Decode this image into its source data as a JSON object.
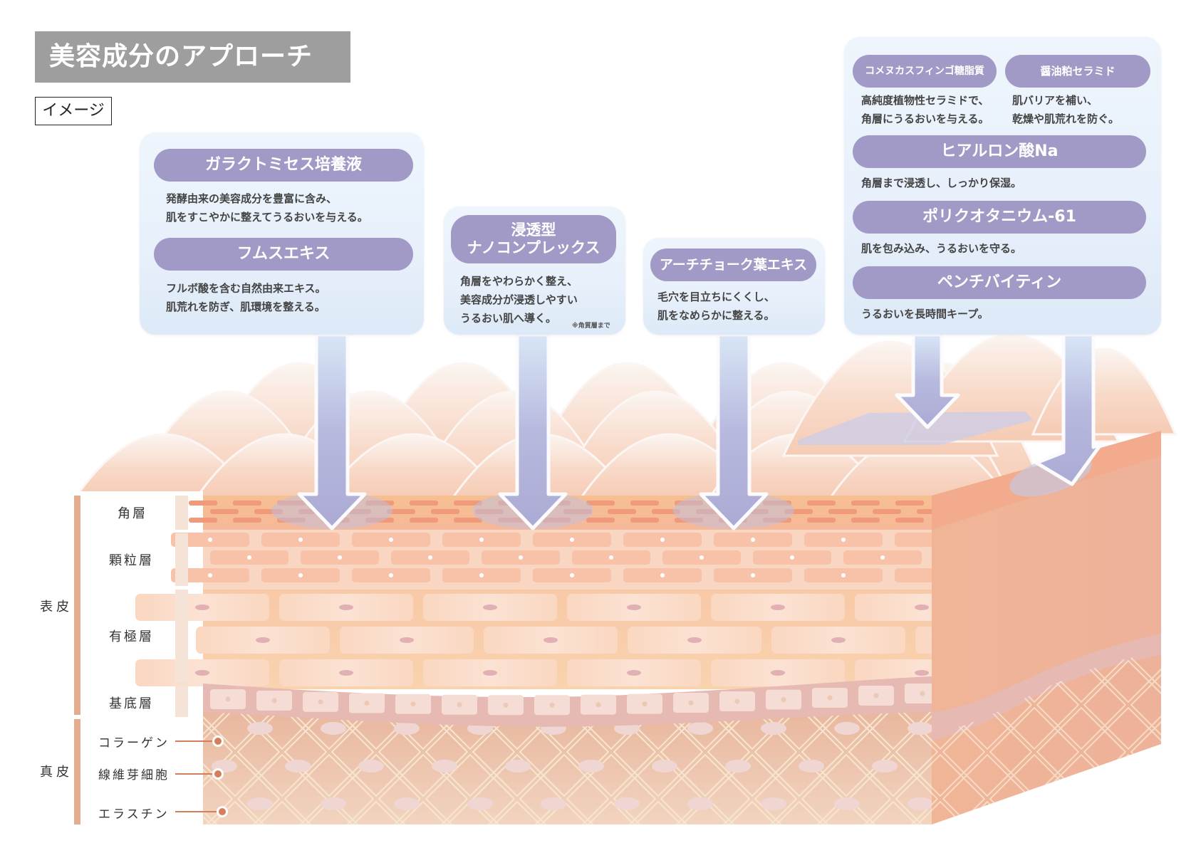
{
  "header": {
    "title": "美容成分のアプローチ",
    "tag": "イメージ"
  },
  "colors": {
    "title_bg": "#9e9e9e",
    "pill": "#a19ac6",
    "panel": "#e7f0fb",
    "arrow": "#aeafd8",
    "bracket": "#e3ac8e",
    "callout": "#d57e5c"
  },
  "panels": [
    {
      "id": "galactomyces",
      "ingredients": [
        {
          "name": "ガラクトミセス培養液",
          "desc": "発酵由来の美容成分を豊富に含み、\n肌をすこやかに整えてうるおいを与える。"
        },
        {
          "name": "フムスエキス",
          "desc": "フルボ酸を含む自然由来エキス。\n肌荒れを防ぎ、肌環境を整える。"
        }
      ]
    },
    {
      "id": "nano",
      "ingredients": [
        {
          "name": "浸透型\nナノコンプレックス",
          "desc": "角層をやわらかく整え、\n美容成分が浸透しやすい\nうるおい肌へ導く。",
          "note": "※角質層まで"
        }
      ]
    },
    {
      "id": "artichoke",
      "ingredients": [
        {
          "name": "アーチチョーク葉エキス",
          "desc": "毛穴を目立ちにくくし、\n肌をなめらかに整える。"
        }
      ]
    },
    {
      "id": "ceramides",
      "ingredients": [
        {
          "name": "コメヌカスフィンゴ糖脂質",
          "desc": "高純度植物性セラミドで、\n角層にうるおいを与える。"
        },
        {
          "name": "醤油粕セラミド",
          "desc": "肌バリアを補い、\n乾燥や肌荒れを防ぐ。"
        },
        {
          "name": "ヒアルロン酸Na",
          "desc": "角層まで浸透し、しっかり保湿。"
        },
        {
          "name": "ポリクオタニウム-61",
          "desc": "肌を包み込み、うるおいを守る。"
        },
        {
          "name": "ペンチバイティン",
          "desc": "うるおいを長時間キープ。"
        }
      ]
    }
  ],
  "skin_layers": {
    "epidermis": {
      "label": "表皮",
      "layers": [
        "角層",
        "顆粒層",
        "有極層",
        "基底層"
      ]
    },
    "dermis": {
      "label": "真皮",
      "components": [
        "コラーゲン",
        "線維芽細胞",
        "エラスチン"
      ]
    }
  }
}
